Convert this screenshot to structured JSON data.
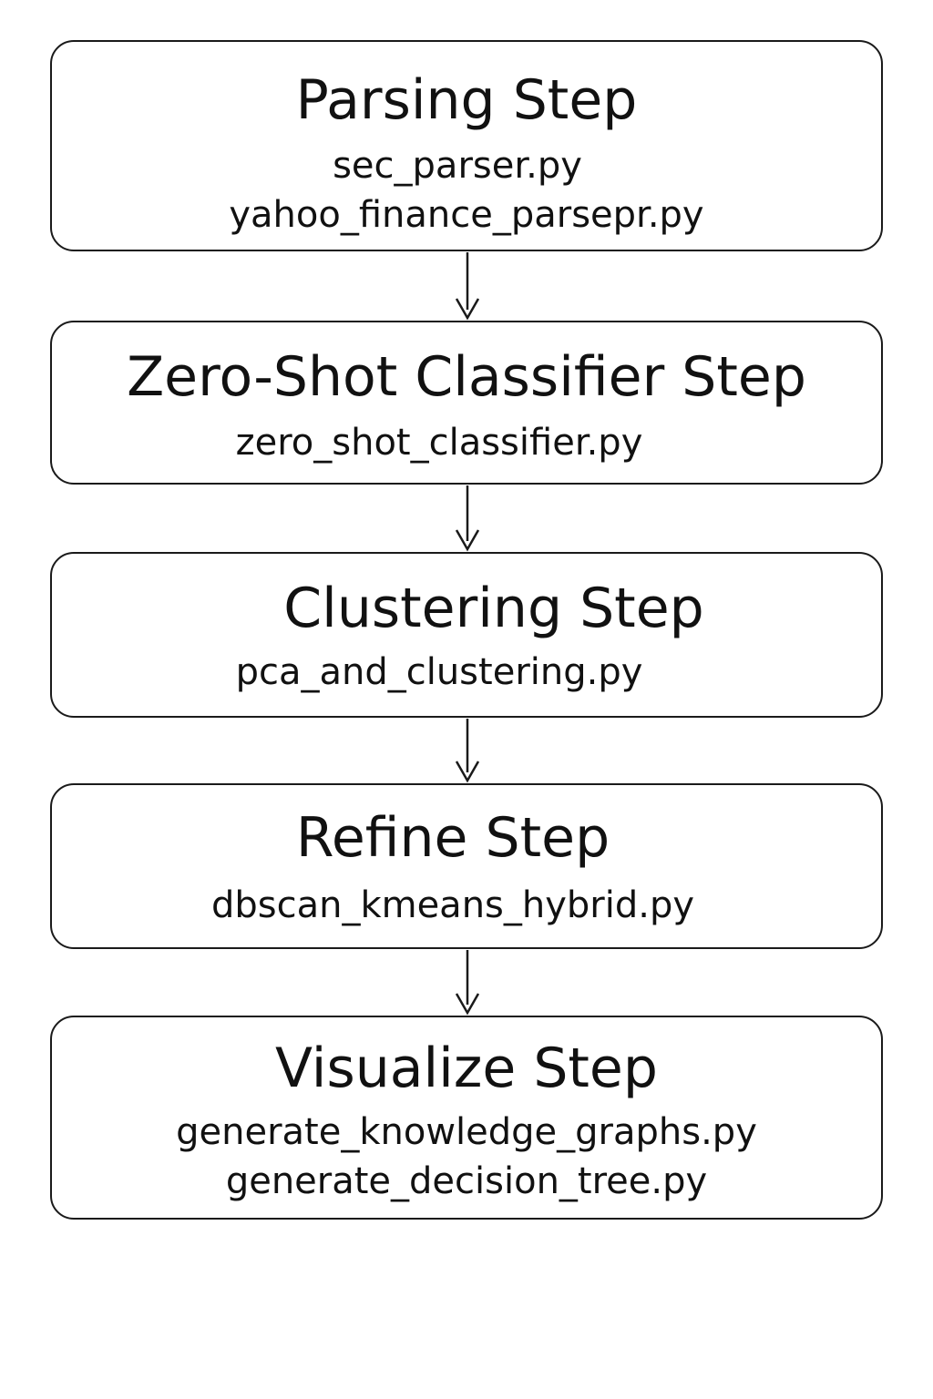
{
  "steps": [
    {
      "title": "Parsing Step",
      "files": [
        "sec_parser.py",
        "yahoo_finance_parsepr.py"
      ]
    },
    {
      "title": "Zero-Shot Classifier Step",
      "files": [
        "zero_shot_classifier.py"
      ]
    },
    {
      "title": "Clustering Step",
      "files": [
        "pca_and_clustering.py"
      ]
    },
    {
      "title": "Refine Step",
      "files": [
        "dbscan_kmeans_hybrid.py"
      ]
    },
    {
      "title": "Visualize Step",
      "files": [
        "generate_knowledge_graphs.py",
        "generate_decision_tree.py"
      ]
    }
  ]
}
